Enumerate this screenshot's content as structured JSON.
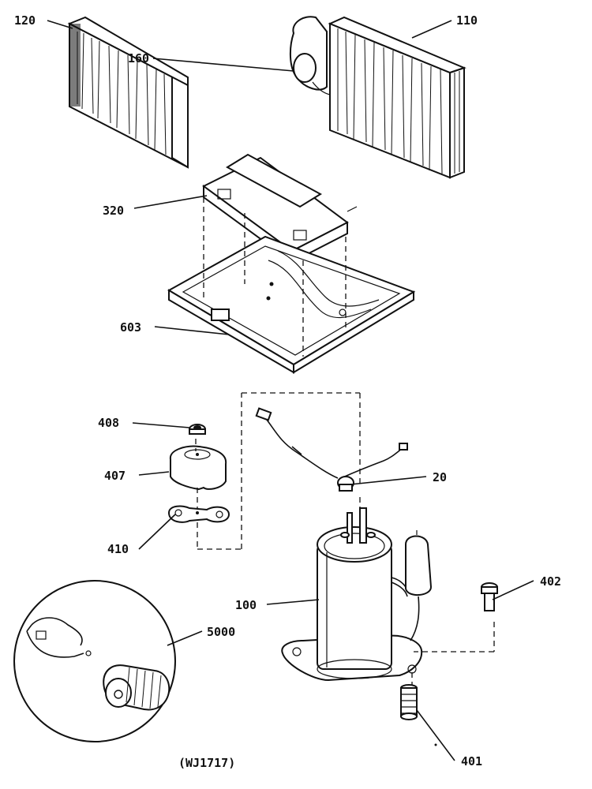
{
  "labels": {
    "p120": "120",
    "p110": "110",
    "p160": "160",
    "p320": "320",
    "p603": "603",
    "p408": "408",
    "p407": "407",
    "p410": "410",
    "p20": "20",
    "p402": "402",
    "p100": "100",
    "p5000": "5000",
    "p401": "401"
  },
  "caption": "(WJ1717)"
}
